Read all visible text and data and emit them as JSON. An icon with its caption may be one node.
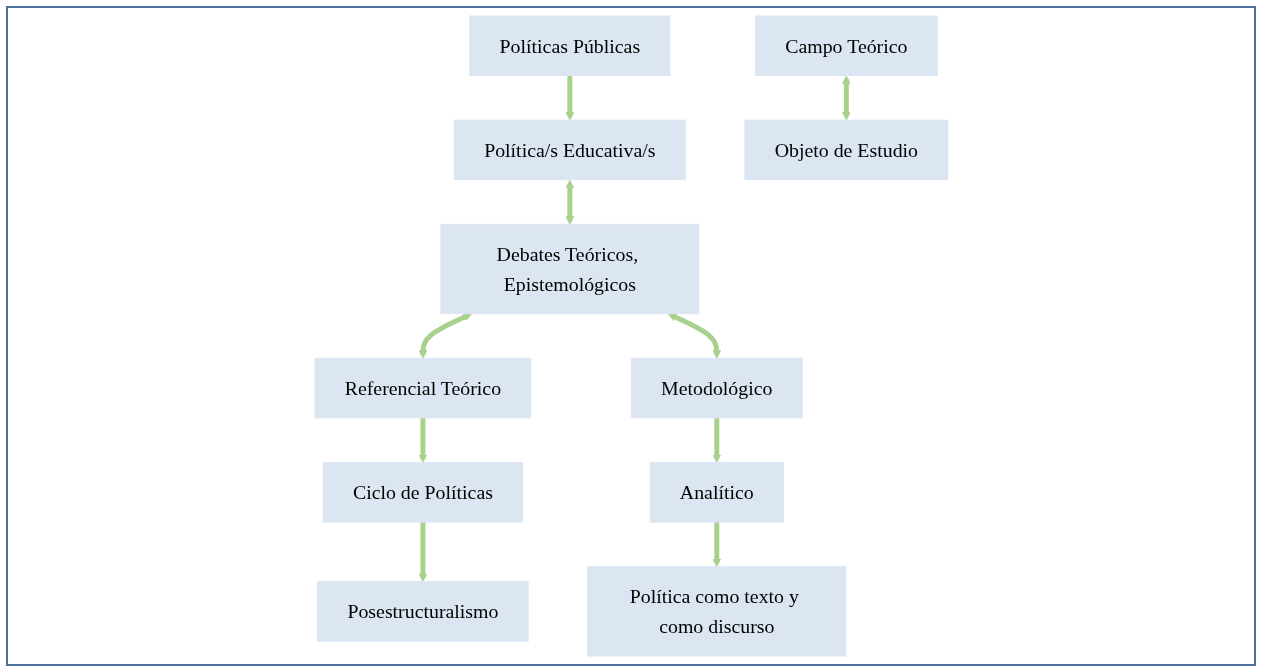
{
  "diagram": {
    "nodes": [
      {
        "text": [
          "Políticas Públicas"
        ]
      },
      {
        "text": [
          "Política/s Educativa/s"
        ]
      },
      {
        "text": [
          "Campo Teórico"
        ]
      },
      {
        "text": [
          "Objeto de Estudio"
        ]
      },
      {
        "text": [
          "Debates Teóricos, Epistemológicos"
        ]
      },
      {
        "text": [
          "Referencial Teórico"
        ]
      },
      {
        "text": [
          "Ciclo de Políticas"
        ]
      },
      {
        "text": [
          "Posestructuralismo"
        ]
      },
      {
        "text": [
          "Metodológico"
        ]
      },
      {
        "text": [
          "Analítico"
        ]
      },
      {
        "text": [
          "Política como texto y como discurso"
        ]
      }
    ],
    "edges": [
      {
        "from": 0,
        "to": 1,
        "arrow": "to"
      },
      {
        "from": 1,
        "to": 4,
        "arrow": "both"
      },
      {
        "from": 2,
        "to": 3,
        "arrow": "both"
      },
      {
        "from": 4,
        "to": 5,
        "arrow": "both"
      },
      {
        "from": 4,
        "to": 8,
        "arrow": "both"
      },
      {
        "from": 5,
        "to": 6,
        "arrow": "to"
      },
      {
        "from": 6,
        "to": 7,
        "arrow": "to"
      },
      {
        "from": 8,
        "to": 9,
        "arrow": "to"
      },
      {
        "from": 9,
        "to": 10,
        "arrow": "to"
      }
    ]
  }
}
